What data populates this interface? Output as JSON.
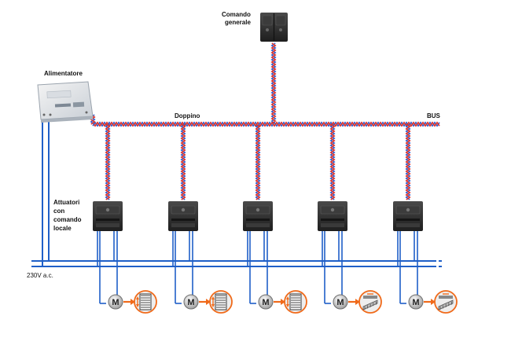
{
  "labels": {
    "comando_generale_line1": "Comando",
    "comando_generale_line2": "generale",
    "alimentatore": "Alimentatore",
    "doppino": "Doppino",
    "bus": "BUS",
    "attuatori_line1": "Attuatori",
    "attuatori_line2": "con",
    "attuatori_line3": "comando",
    "attuatori_line4": "locale",
    "power": "230V a.c."
  },
  "motor_letter": "M",
  "actuators": [
    {
      "load": "shutter"
    },
    {
      "load": "shutter"
    },
    {
      "load": "shutter"
    },
    {
      "load": "awning"
    },
    {
      "load": "awning"
    }
  ],
  "colors": {
    "bus_red": "#d8312c",
    "bus_blue": "#2f5fd0",
    "power_blue": "#1f5fc8",
    "device_dark": "#2a2a2a",
    "arrow_orange": "#f06a1a"
  }
}
